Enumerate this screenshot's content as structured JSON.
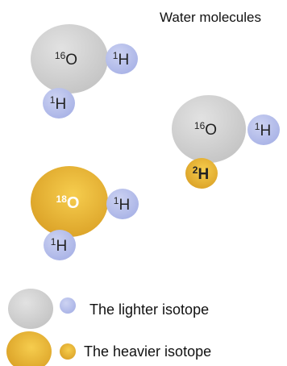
{
  "title": "Water molecules",
  "molecules": [
    {
      "oxygen": {
        "mass": "16",
        "symbol": "O",
        "isotope": "light"
      },
      "hydrogens": [
        {
          "mass": "1",
          "symbol": "H",
          "isotope": "light"
        },
        {
          "mass": "1",
          "symbol": "H",
          "isotope": "light"
        }
      ]
    },
    {
      "oxygen": {
        "mass": "16",
        "symbol": "O",
        "isotope": "light"
      },
      "hydrogens": [
        {
          "mass": "1",
          "symbol": "H",
          "isotope": "light"
        },
        {
          "mass": "2",
          "symbol": "H",
          "isotope": "heavy"
        }
      ]
    },
    {
      "oxygen": {
        "mass": "18",
        "symbol": "O",
        "isotope": "heavy"
      },
      "hydrogens": [
        {
          "mass": "1",
          "symbol": "H",
          "isotope": "light"
        },
        {
          "mass": "1",
          "symbol": "H",
          "isotope": "light"
        }
      ]
    }
  ],
  "legend": [
    {
      "label": "The lighter isotope",
      "isotope": "light"
    },
    {
      "label": "The heavier isotope",
      "isotope": "heavy"
    }
  ],
  "colors": {
    "light_oxygen": "#cfcfcf",
    "light_hydrogen": "#b9c1ea",
    "heavy_atom": "#e6b332",
    "heavy_label": "#ffffff",
    "light_label": "#222222"
  }
}
